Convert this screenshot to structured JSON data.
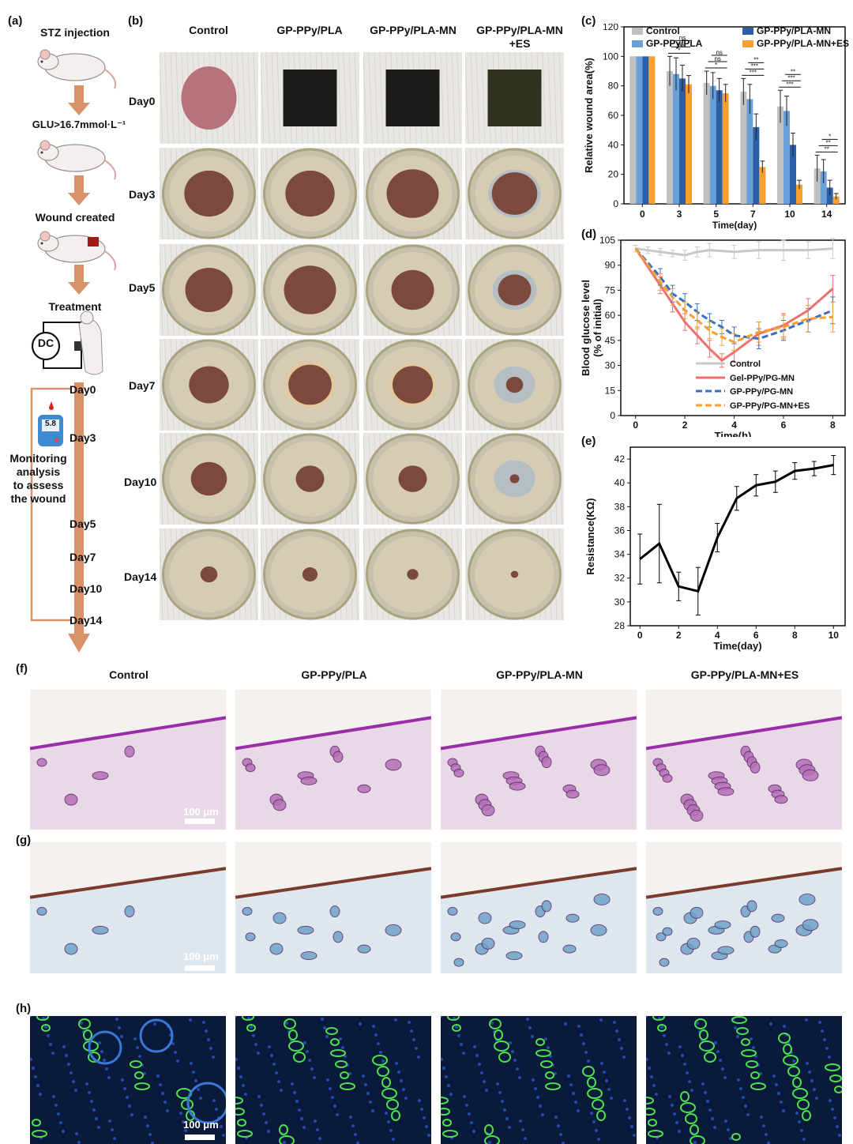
{
  "labels": {
    "a": "(a)",
    "b": "(b)",
    "c": "(c)",
    "d": "(d)",
    "e": "(e)",
    "f": "(f)",
    "g": "(g)",
    "h": "(h)"
  },
  "flow": {
    "step1": "STZ injection",
    "step2": "GLU>16.7mmol·L⁻¹",
    "step3": "Wound created",
    "step4": "Treatment",
    "dc": "DC",
    "meter": "5.8",
    "monitor": [
      "Monitoring",
      "analysis",
      "to assess",
      "the wound"
    ],
    "days": [
      "Day0",
      "Day3",
      "Day5",
      "Day7",
      "Day10",
      "Day14"
    ]
  },
  "photos": {
    "columns": [
      "Control",
      "GP-PPy/PLA",
      "GP-PPy/PLA-MN",
      "GP-PPy/PLA-MN\n+ES"
    ],
    "rows": [
      "Day0",
      "Day3",
      "Day5",
      "Day7",
      "Day10",
      "Day14"
    ],
    "wound_size": [
      [
        0.55,
        0.5,
        0.5,
        0.5
      ],
      [
        0.52,
        0.52,
        0.55,
        0.48
      ],
      [
        0.5,
        0.55,
        0.45,
        0.35
      ],
      [
        0.42,
        0.48,
        0.45,
        0.18
      ],
      [
        0.38,
        0.3,
        0.3,
        0.1
      ],
      [
        0.18,
        0.16,
        0.12,
        0.08
      ]
    ]
  },
  "histology": {
    "columns": [
      "Control",
      "GP-PPy/PLA",
      "GP-PPy/PLA-MN",
      "GP-PPy/PLA-MN+ES"
    ],
    "scalebar": "100 μm",
    "colors": {
      "he_bg": "#e9d8e6",
      "he_stain": "#b66fb7",
      "masson_bg": "#dfe7ee",
      "masson_stain": "#6fa3c8",
      "if_bg": "#0a1a3a",
      "if_green": "#4fe04f",
      "if_blue": "#2e52c8"
    }
  },
  "chart_data": [
    {
      "id": "c",
      "type": "bar",
      "xlabel": "Time(day)",
      "ylabel": "Relative wound area(%)",
      "categories": [
        "0",
        "3",
        "5",
        "7",
        "10",
        "14"
      ],
      "ylim": [
        0,
        120
      ],
      "yticks": [
        0,
        20,
        40,
        60,
        80,
        100,
        120
      ],
      "legend": "top",
      "series": [
        {
          "name": "Control",
          "color": "#c0c0c0",
          "values": [
            100,
            90,
            82,
            76,
            66,
            24
          ],
          "err": [
            0,
            10,
            8,
            9,
            11,
            9
          ]
        },
        {
          "name": "GP-PPy/PLA",
          "color": "#6a9fd8",
          "values": [
            100,
            88,
            80,
            71,
            63,
            22
          ],
          "err": [
            0,
            11,
            9,
            10,
            10,
            8
          ]
        },
        {
          "name": "GP-PPy/PLA-MN",
          "color": "#2b5fa8",
          "values": [
            100,
            85,
            77,
            52,
            40,
            11
          ],
          "err": [
            0,
            9,
            8,
            9,
            8,
            5
          ]
        },
        {
          "name": "GP-PPy/PLA-MN+ES",
          "color": "#f5a030",
          "values": [
            100,
            81,
            75,
            25,
            13,
            5
          ],
          "err": [
            0,
            6,
            6,
            4,
            3,
            2
          ]
        }
      ],
      "sig": [
        [
          "*",
          "ns",
          "ns"
        ],
        [
          "*",
          "ns",
          "ns"
        ],
        [
          "***",
          "***",
          "**"
        ],
        [
          "***",
          "***",
          "**"
        ],
        [
          "**",
          "**",
          "*"
        ]
      ]
    },
    {
      "id": "d",
      "type": "line",
      "xlabel": "Time(h)",
      "ylabel": "Blood glucose level\n(% of initial)",
      "ylim": [
        0,
        105
      ],
      "xlim": [
        -0.6,
        8.5
      ],
      "yticks": [
        0,
        15,
        30,
        45,
        60,
        75,
        90,
        105
      ],
      "xticks": [
        0,
        2,
        4,
        6,
        8
      ],
      "legend": "bottom-right",
      "series": [
        {
          "name": "Control",
          "color": "#c8c8c8",
          "dash": "",
          "x": [
            0,
            0.5,
            1,
            1.5,
            2,
            2.5,
            3,
            4,
            5,
            6,
            7,
            8
          ],
          "y": [
            100,
            99,
            98,
            97,
            96,
            98,
            99,
            98,
            99,
            99,
            99,
            100
          ],
          "err": [
            2,
            2,
            2,
            2,
            3,
            3,
            4,
            4,
            5,
            6,
            5,
            6
          ]
        },
        {
          "name": "Gel-PPy/PG-MN",
          "color": "#f07070",
          "dash": "",
          "x": [
            0,
            1,
            1.5,
            2,
            2.5,
            3,
            3.5,
            4,
            5,
            6,
            7,
            8
          ],
          "y": [
            100,
            78,
            67,
            56,
            48,
            40,
            33,
            38,
            49,
            54,
            63,
            76
          ],
          "err": [
            0,
            5,
            5,
            5,
            5,
            5,
            4,
            6,
            7,
            7,
            7,
            8
          ]
        },
        {
          "name": "GP-PPy/PG-MN",
          "color": "#3a6fbf",
          "dash": "8 4",
          "x": [
            0,
            1,
            1.5,
            2,
            2.5,
            3,
            3.5,
            4,
            5,
            6,
            7,
            8
          ],
          "y": [
            100,
            83,
            73,
            68,
            62,
            57,
            53,
            48,
            46,
            51,
            57,
            63
          ],
          "err": [
            0,
            5,
            5,
            5,
            5,
            4,
            4,
            5,
            6,
            6,
            7,
            8
          ]
        },
        {
          "name": "GP-PPy/PG-MN+ES",
          "color": "#f5a030",
          "dash": "8 4",
          "x": [
            0,
            1,
            1.5,
            2,
            2.5,
            3,
            3.5,
            4,
            5,
            6,
            7,
            8
          ],
          "y": [
            100,
            80,
            71,
            63,
            57,
            51,
            47,
            44,
            50,
            53,
            58,
            59
          ],
          "err": [
            0,
            5,
            5,
            5,
            5,
            5,
            5,
            5,
            6,
            7,
            8,
            9
          ]
        }
      ]
    },
    {
      "id": "e",
      "type": "line",
      "xlabel": "Time(day)",
      "ylabel": "Resistance(KΩ)",
      "ylim": [
        28,
        43
      ],
      "xlim": [
        -0.5,
        10.6
      ],
      "yticks": [
        28,
        30,
        32,
        34,
        36,
        38,
        40,
        42
      ],
      "xticks": [
        0,
        2,
        4,
        6,
        8,
        10
      ],
      "series": [
        {
          "name": "",
          "color": "#000000",
          "x": [
            0,
            1,
            2,
            3,
            4,
            5,
            6,
            7,
            8,
            9,
            10
          ],
          "y": [
            33.6,
            34.9,
            31.3,
            30.9,
            35.4,
            38.7,
            39.8,
            40.1,
            41.0,
            41.2,
            41.5
          ],
          "err": [
            2.1,
            3.3,
            1.2,
            2.0,
            1.2,
            1.0,
            0.9,
            0.9,
            0.7,
            0.6,
            0.8
          ]
        }
      ]
    }
  ]
}
